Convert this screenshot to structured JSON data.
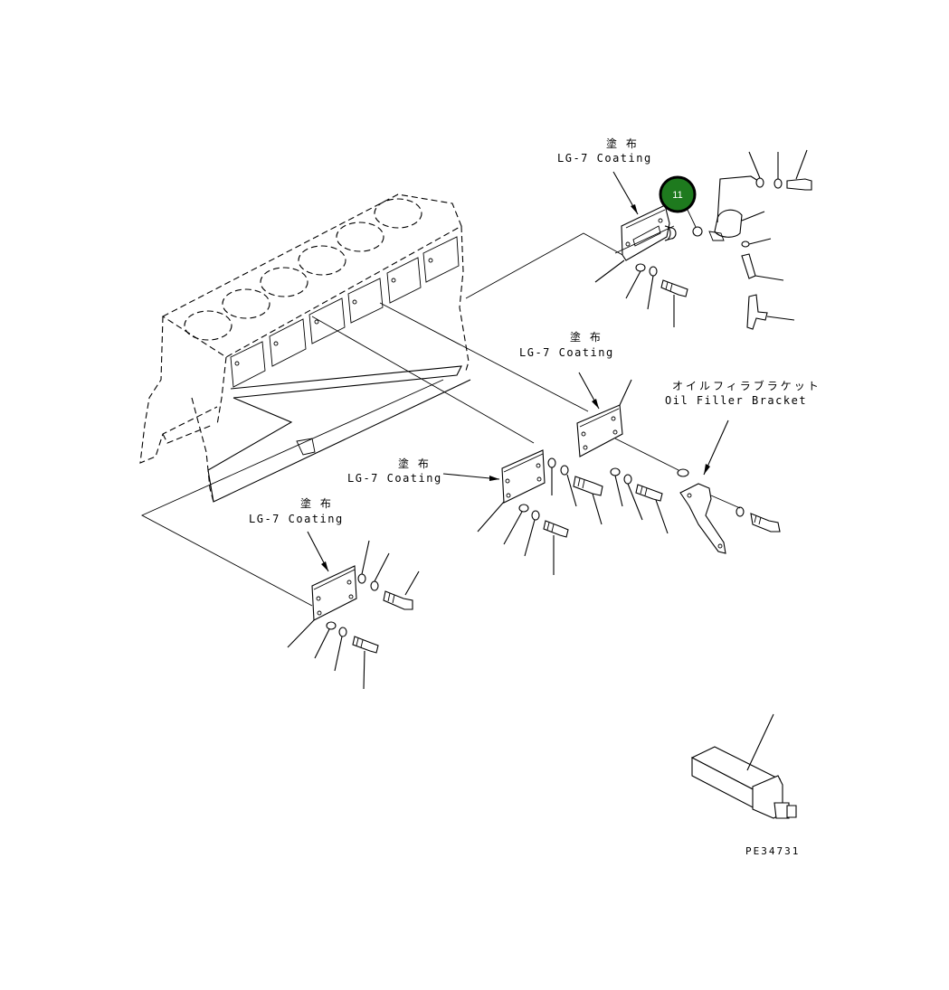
{
  "labels": {
    "coating_jp": "塗 布",
    "coating_en": "LG-7 Coating",
    "oil_filler_jp": "オイルフィラブラケット",
    "oil_filler_en": "Oil Filler Bracket",
    "drawing_code": "PE34731"
  },
  "callout": {
    "number": "11",
    "color": "#1e7a1e"
  }
}
